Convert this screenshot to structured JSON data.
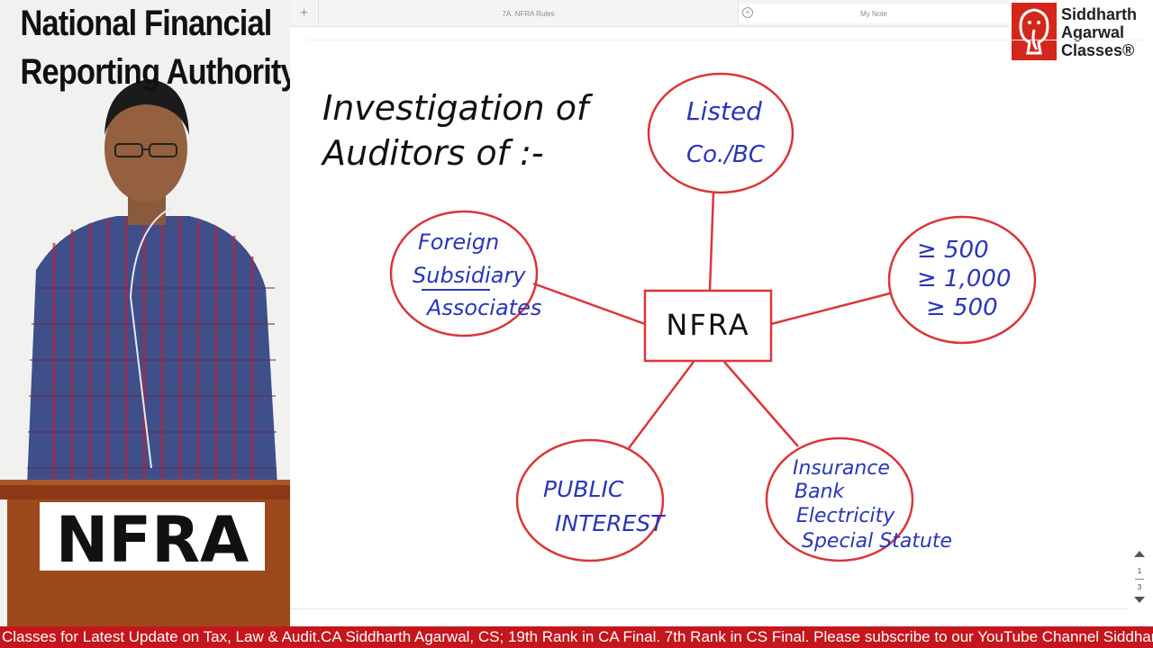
{
  "presenter": {
    "title_line_1": "National Financial",
    "title_line_2": "Reporting Authority",
    "podium_label": "NFRA"
  },
  "app": {
    "add_tab_label": "+",
    "tabs": [
      {
        "label": "7A. NFRA Rules"
      },
      {
        "label": "My Note"
      }
    ]
  },
  "brand": {
    "line1": "Siddharth",
    "line2": "Agarwal",
    "line3": "Classes®"
  },
  "note": {
    "heading_line_1": "Investigation of",
    "heading_line_2": "Auditors of :-",
    "center_label": "NFRA",
    "nodes": {
      "listed": [
        "Listed",
        "Co./BC"
      ],
      "thresholds": [
        "≥ 500",
        "≥ 1,000",
        "≥ 500"
      ],
      "foreign": [
        "Foreign",
        "Subsidiary",
        "Associates"
      ],
      "public": [
        "PUBLIC",
        "INTEREST"
      ],
      "insurance": [
        "Insurance",
        "Bank",
        "Electricity",
        "Special Statute"
      ]
    }
  },
  "pager": {
    "current": "1",
    "total": "3"
  },
  "ticker": {
    "text": "Classes for Latest Update on Tax, Law & Audit.CA Siddharth Agarwal, CS; 19th Rank in CA Final. 7th Rank in CS Final. Please subscribe to our YouTube Channel Siddharth Agarwal"
  },
  "colors": {
    "circle_stroke": "#d9363a",
    "ink_blue": "#2a36b8",
    "ink_black": "#111111",
    "ticker_bg": "#c4161c",
    "brand_red": "#d3271b"
  }
}
